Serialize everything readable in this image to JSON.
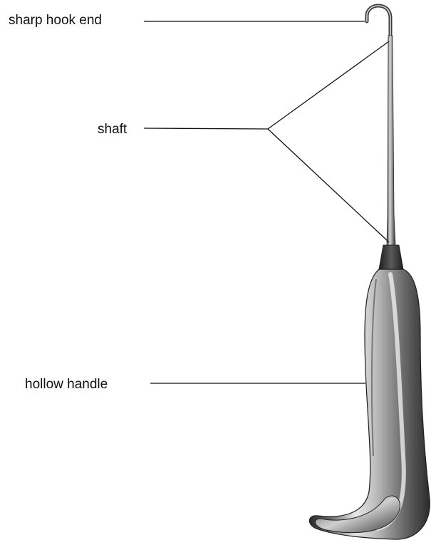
{
  "labels": {
    "hook": "sharp hook end",
    "shaft": "shaft",
    "handle": "hollow handle"
  },
  "icons": {
    "instrument": "surgical-retractor-hook-icon"
  },
  "colors": {
    "background": "#ffffff",
    "leader_line": "#111111",
    "steel_dark": "#2a2a2a",
    "steel_mid": "#8a8a8a",
    "steel_light": "#e6e6e6"
  }
}
